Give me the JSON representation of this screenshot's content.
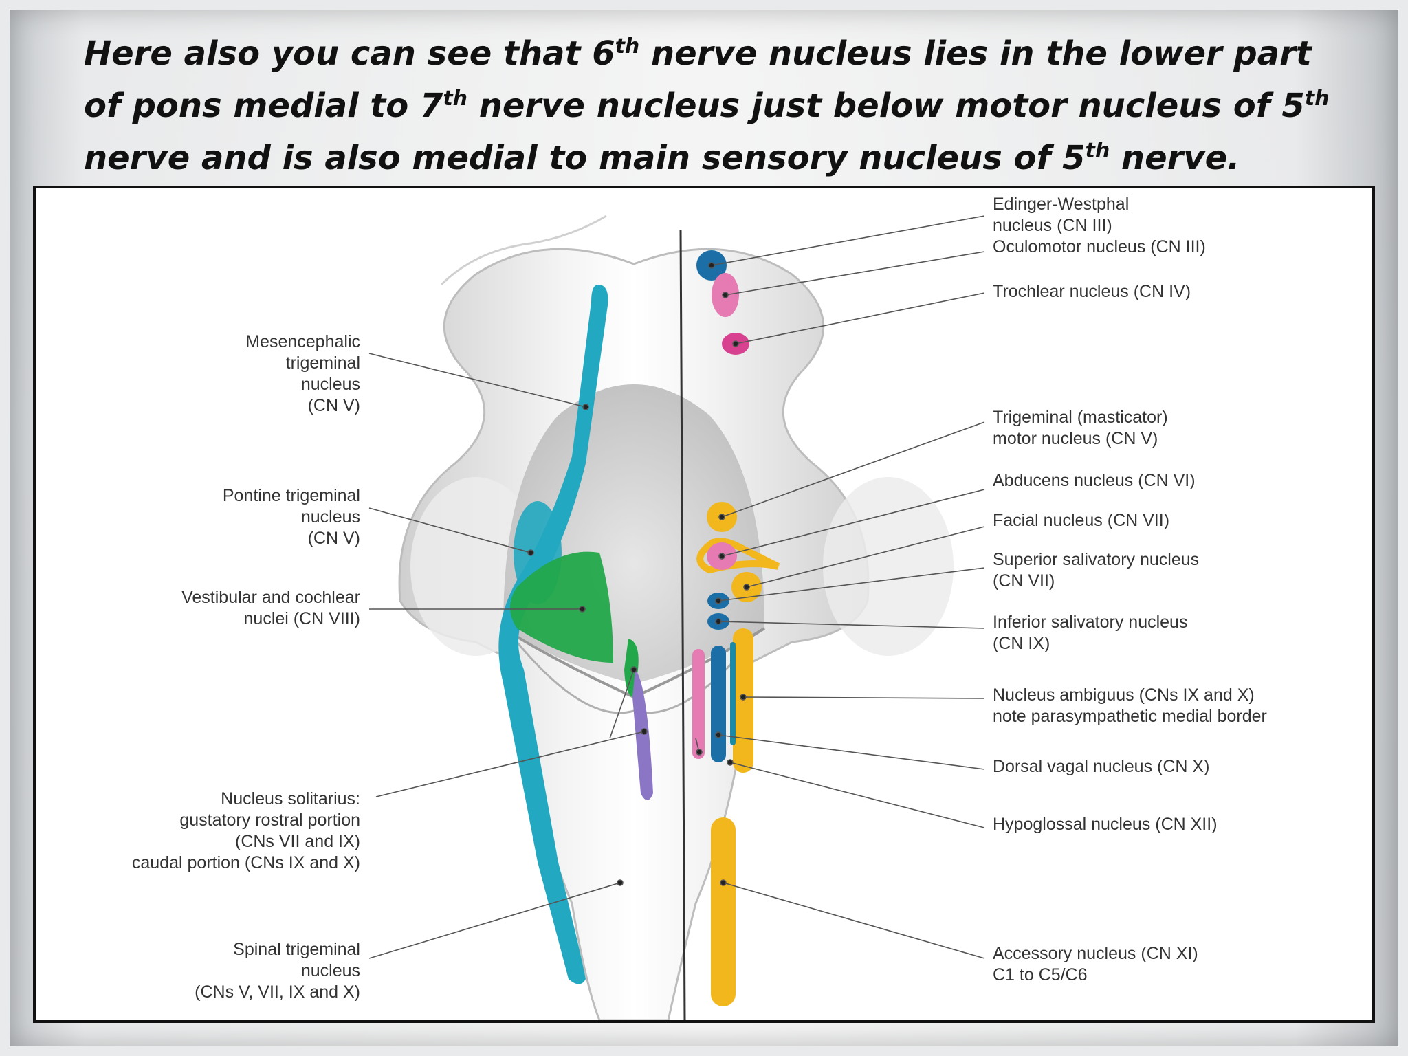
{
  "caption": {
    "parts": [
      {
        "text": "Here also you can see that 6"
      },
      {
        "sup": "th"
      },
      {
        "text": " nerve nucleus lies in the lower part of pons medial to 7"
      },
      {
        "sup": "th"
      },
      {
        "text": " nerve nucleus just below motor nucleus of 5"
      },
      {
        "sup": "th"
      },
      {
        "text": " nerve  and is also medial to main sensory nucleus of 5"
      },
      {
        "sup": "th"
      },
      {
        "text": " nerve."
      }
    ]
  },
  "diagram": {
    "left_labels": [
      {
        "id": "mesencephalic",
        "text": "Mesencephalic\ntrigeminal\nnucleus\n(CN V)"
      },
      {
        "id": "pontine",
        "text": "Pontine trigeminal\nnucleus\n(CN V)"
      },
      {
        "id": "vestibular",
        "text": "Vestibular and cochlear\nnuclei (CN VIII)"
      },
      {
        "id": "solitarius",
        "text": "Nucleus solitarius:\ngustatory rostral portion\n(CNs VII and IX)\ncaudal portion (CNs IX and X)"
      },
      {
        "id": "spinal",
        "text": "Spinal trigeminal\nnucleus\n(CNs V, VII, IX and X)"
      }
    ],
    "right_labels": [
      {
        "id": "edinger",
        "text": "Edinger-Westphal\nnucleus (CN III)"
      },
      {
        "id": "oculomotor",
        "text": "Oculomotor nucleus (CN III)"
      },
      {
        "id": "trochlear",
        "text": "Trochlear nucleus (CN IV)"
      },
      {
        "id": "trigeminal-motor",
        "text": "Trigeminal (masticator)\nmotor nucleus (CN V)"
      },
      {
        "id": "abducens",
        "text": "Abducens nucleus (CN VI)"
      },
      {
        "id": "facial",
        "text": "Facial nucleus (CN VII)"
      },
      {
        "id": "sup-salivatory",
        "text": "Superior salivatory nucleus\n(CN VII)"
      },
      {
        "id": "inf-salivatory",
        "text": "Inferior salivatory nucleus\n(CN IX)"
      },
      {
        "id": "ambiguus",
        "text": "Nucleus ambiguus (CNs IX and X)\nnote parasympathetic medial border"
      },
      {
        "id": "dorsal-vagal",
        "text": "Dorsal vagal nucleus (CN X)"
      },
      {
        "id": "hypoglossal",
        "text": "Hypoglossal nucleus (CN XII)"
      },
      {
        "id": "accessory",
        "text": "Accessory nucleus (CN XI)\nC1 to C5/C6"
      }
    ],
    "colors": {
      "cyan": "#22a9c1",
      "blue": "#1b6fa6",
      "pink": "#e57bb2",
      "magenta": "#d8418f",
      "yellow": "#f2b71c",
      "green": "#22a84a",
      "purple": "#8a76c4",
      "brainstem": "#e6e6e6"
    }
  }
}
